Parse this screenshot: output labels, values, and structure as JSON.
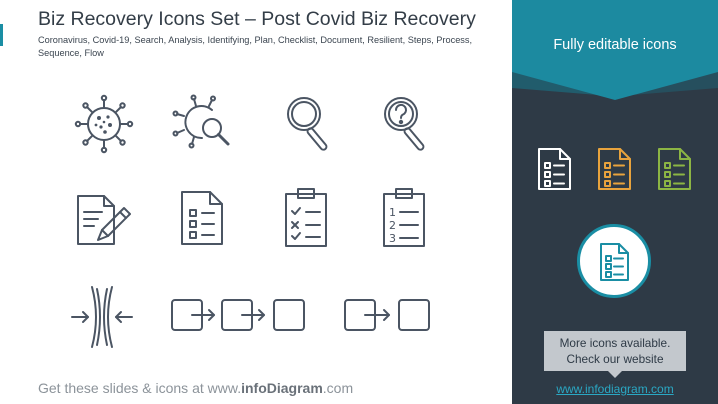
{
  "slide": {
    "title": "Biz Recovery Icons Set – Post Covid Biz Recovery",
    "subtitle": "Coronavirus, Covid-19, Search, Analysis, Identifying, Plan, Checklist, Document, Resilient, Steps, Process, Sequence, Flow",
    "footer_prefix": "Get these slides & icons at www.",
    "footer_brand": "infoDiagram",
    "footer_suffix": ".com"
  },
  "panel": {
    "banner_text": "Fully editable icons",
    "more_line1": "More icons available.",
    "more_line2": "Check our website",
    "website": "www.infodiagram.com"
  },
  "icons": {
    "grid": [
      "coronavirus-icon",
      "virus-search-icon",
      "magnifier-icon",
      "question-search-icon",
      "document-edit-icon",
      "checklist-document-icon",
      "clipboard-checklist-icon",
      "numbered-list-icon",
      "resilience-icon",
      "three-step-flow-icon",
      "two-step-flow-icon"
    ],
    "color_variants": [
      "checklist-white-icon",
      "checklist-orange-icon",
      "checklist-green-icon"
    ],
    "featured": "checklist-teal-icon"
  },
  "colors": {
    "icon_stroke": "#4b5563",
    "panel_bg": "#2e3a46",
    "accent_teal": "#1a8ea4",
    "banner_teal": "#1c8aa0",
    "variant_white": "#ffffff",
    "variant_orange": "#e8a33d",
    "variant_green": "#8cb544",
    "link": "#2aa8c4"
  }
}
